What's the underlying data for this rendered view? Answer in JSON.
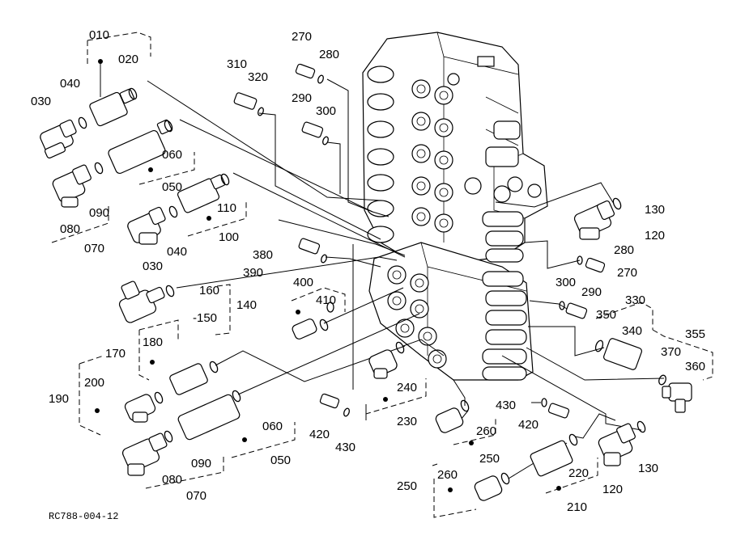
{
  "drawing_code": "RC788-004-12",
  "labels": {
    "p010": "010",
    "p020": "020",
    "p030a": "030",
    "p030b": "030",
    "p040a": "040",
    "p040b": "040",
    "p050a": "050",
    "p050b": "050",
    "p060a": "060",
    "p060b": "060",
    "p070a": "070",
    "p070b": "070",
    "p080a": "080",
    "p080b": "080",
    "p090a": "090",
    "p090b": "090",
    "p100": "100",
    "p110": "110",
    "p120a": "120",
    "p120b": "120",
    "p130a": "130",
    "p130b": "130",
    "p140": "140",
    "p150": "-150",
    "p160": "160",
    "p170": "170",
    "p180": "180",
    "p190": "190",
    "p200": "200",
    "p210": "210",
    "p220": "220",
    "p230": "230",
    "p240": "240",
    "p250a": "250",
    "p250b": "250",
    "p260a": "260",
    "p260b": "260",
    "p270a": "270",
    "p270b": "270",
    "p280a": "280",
    "p280b": "280",
    "p290a": "290",
    "p290b": "290",
    "p300a": "300",
    "p300b": "300",
    "p310": "310",
    "p320": "320",
    "p330": "330",
    "p340": "340",
    "p350": "350",
    "p355": "355",
    "p360": "360",
    "p370": "370",
    "p380": "380",
    "p390": "390",
    "p400": "400",
    "p410": "410",
    "p420a": "420",
    "p420b": "420",
    "p430a": "430",
    "p430b": "430"
  }
}
